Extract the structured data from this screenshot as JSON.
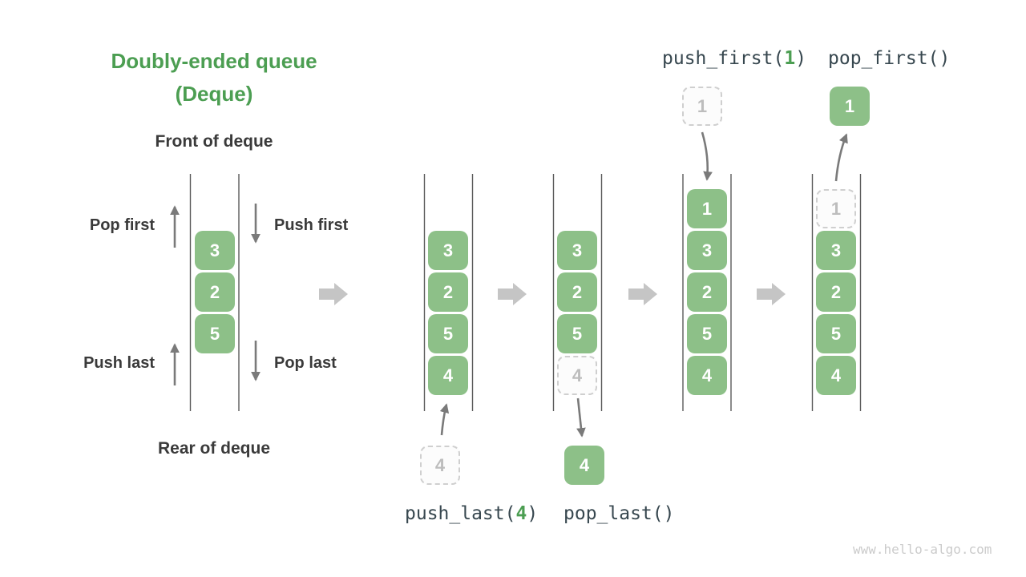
{
  "title": {
    "line1": "Doubly-ended queue",
    "line2": "(Deque)"
  },
  "labels": {
    "front": "Front of deque",
    "rear": "Rear of deque",
    "pop_first": "Pop first",
    "push_first": "Push first",
    "push_last": "Push last",
    "pop_last": "Pop last"
  },
  "code": {
    "push_first": {
      "pre": "push_first(",
      "arg": "1",
      "post": ")"
    },
    "pop_first": "pop_first()",
    "push_last": {
      "pre": "push_last(",
      "arg": "4",
      "post": ")"
    },
    "pop_last": "pop_last()"
  },
  "queues": [
    {
      "name": "deque-initial",
      "cells": [
        {
          "value": "3"
        },
        {
          "value": "2"
        },
        {
          "value": "5"
        }
      ]
    },
    {
      "name": "after-push-last",
      "cells": [
        {
          "value": "3"
        },
        {
          "value": "2"
        },
        {
          "value": "5"
        },
        {
          "value": "4"
        }
      ]
    },
    {
      "name": "during-pop-last",
      "cells": [
        {
          "value": "3"
        },
        {
          "value": "2"
        },
        {
          "value": "5"
        },
        {
          "value": "4",
          "ghost": true
        }
      ]
    },
    {
      "name": "after-push-first",
      "cells": [
        {
          "value": "1"
        },
        {
          "value": "3"
        },
        {
          "value": "2"
        },
        {
          "value": "5"
        },
        {
          "value": "4"
        }
      ]
    },
    {
      "name": "during-pop-first",
      "cells": [
        {
          "value": "1",
          "ghost": true
        },
        {
          "value": "3"
        },
        {
          "value": "2"
        },
        {
          "value": "5"
        },
        {
          "value": "4"
        }
      ]
    }
  ],
  "floating_cells": {
    "push_last_incoming": "4",
    "pop_last_removed": "4",
    "push_first_incoming": "1",
    "pop_first_removed": "1"
  },
  "watermark": "www.hello-algo.com",
  "colors": {
    "green_accent": "#4c9e52",
    "box_green": "#8dc088",
    "text_dark": "#3a3a3a",
    "code_dark": "#37474f",
    "line_gray": "#5a5a5a",
    "arrow_dark": "#7a7a7a",
    "arrow_gray": "#c5c5c5",
    "dashed_border": "#cfcfcf",
    "dashed_text": "#bdbdbd",
    "watermark_gray": "#cbcbcb"
  }
}
